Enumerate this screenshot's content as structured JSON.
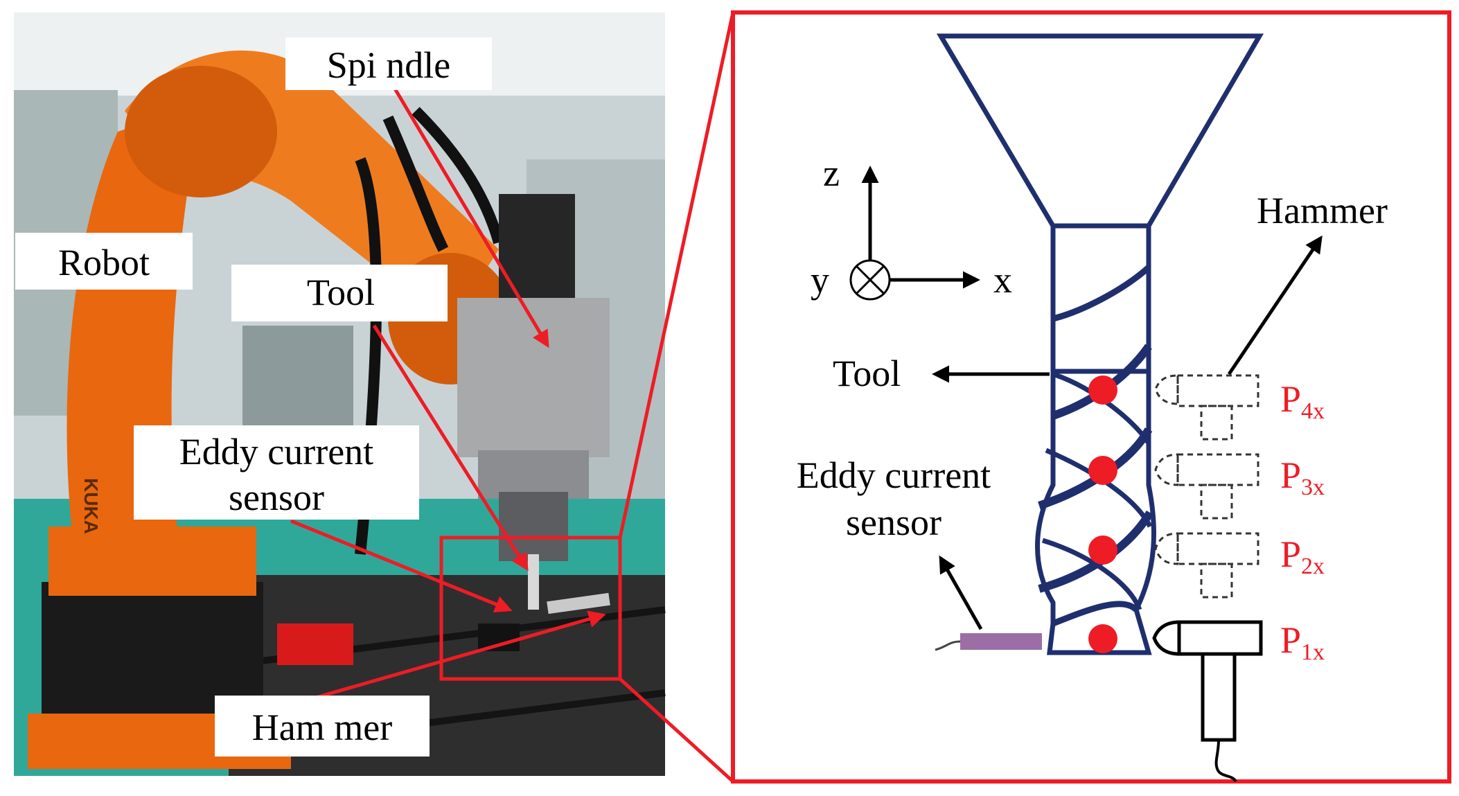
{
  "colors": {
    "accent_red": "#ee1c25",
    "tool_navy": "#1f2f6e",
    "sensor_purple": "#9b6fa6",
    "point_red": "#ee1c25",
    "robot_orange": "#e9670f",
    "background": "#ffffff"
  },
  "photo": {
    "labels": {
      "spindle": "Spi ndle",
      "robot": "Robot",
      "tool": "Tool",
      "eddy_line1": "Eddy current",
      "eddy_line2": "sensor",
      "hammer": "Ham mer"
    },
    "robot_brand": "KUKA"
  },
  "diagram": {
    "axes": {
      "z": "z",
      "y": "y",
      "x": "x"
    },
    "labels": {
      "hammer": "Hammer",
      "tool": "Tool",
      "eddy_line1": "Eddy current",
      "eddy_line2": "sensor"
    },
    "points": [
      {
        "main": "P",
        "sub": "4x"
      },
      {
        "main": "P",
        "sub": "3x"
      },
      {
        "main": "P",
        "sub": "2x"
      },
      {
        "main": "P",
        "sub": "1x"
      }
    ]
  }
}
